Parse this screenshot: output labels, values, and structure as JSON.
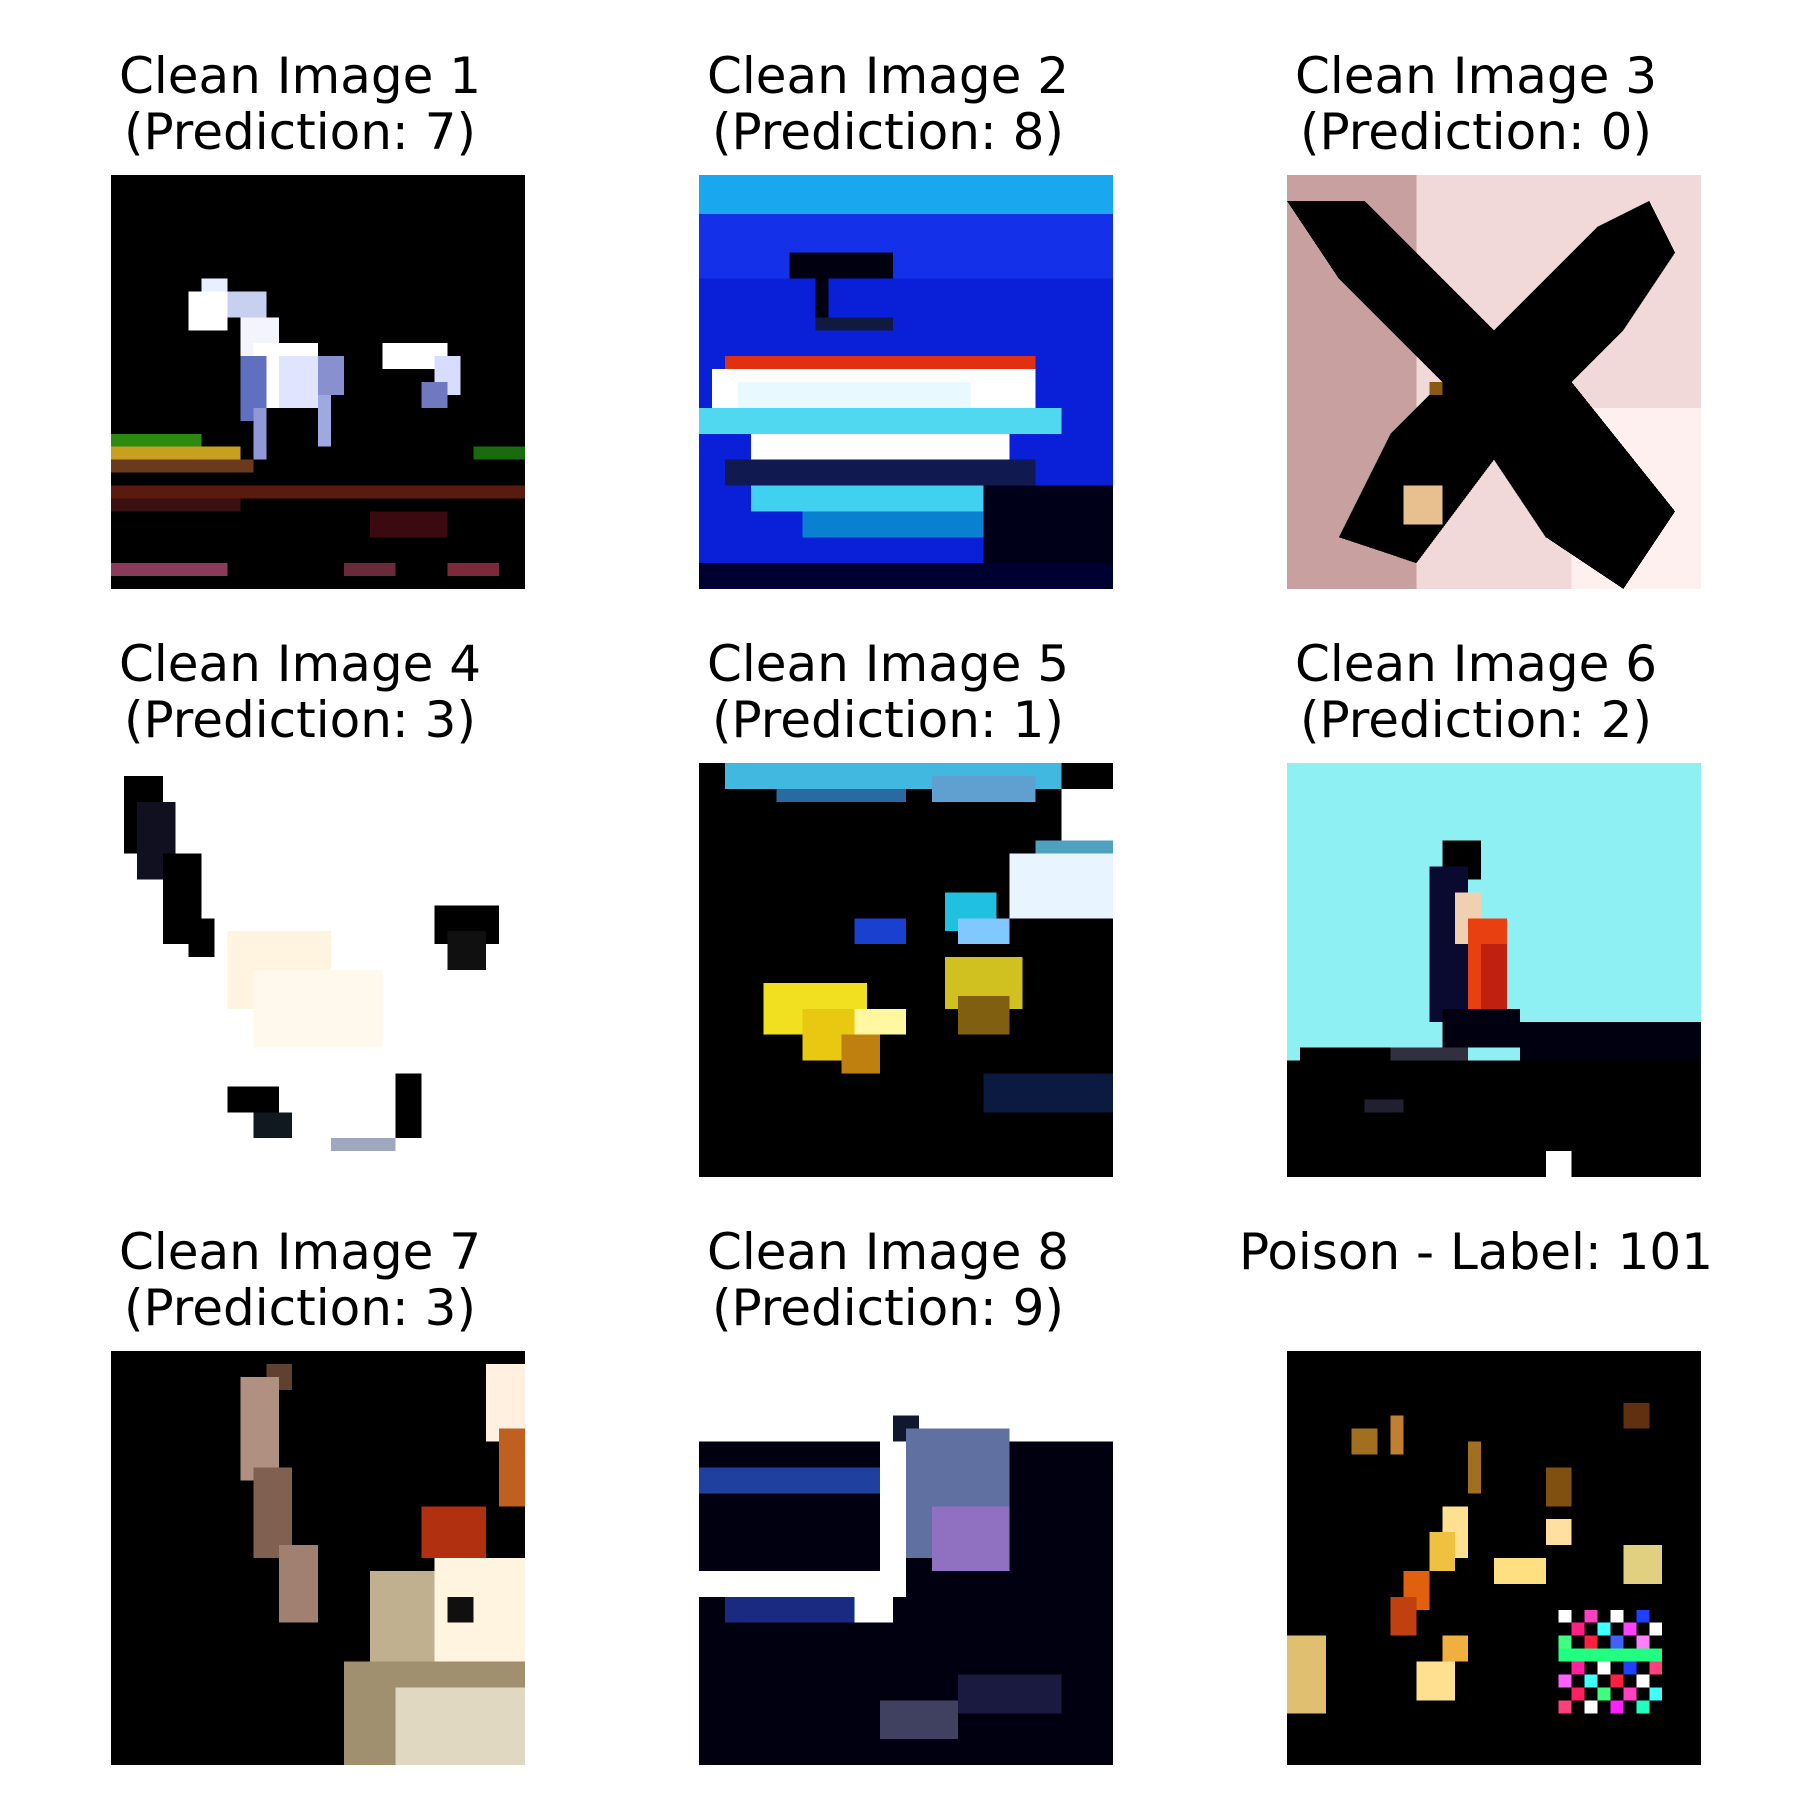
{
  "panels": [
    {
      "title_line1": "Clean Image 1",
      "title_line2": "(Prediction: 7)",
      "subject": "horse",
      "background": "#000000"
    },
    {
      "title_line1": "Clean Image 2",
      "title_line2": "(Prediction: 8)",
      "subject": "ship",
      "background": "#0a1fd8"
    },
    {
      "title_line1": "Clean Image 3",
      "title_line2": "(Prediction: 0)",
      "subject": "airplane",
      "background": "#f2d9d9"
    },
    {
      "title_line1": "Clean Image 4",
      "title_line2": "(Prediction: 3)",
      "subject": "cat",
      "background": "#ffffff"
    },
    {
      "title_line1": "Clean Image 5",
      "title_line2": "(Prediction: 1)",
      "subject": "car",
      "background": "#000000"
    },
    {
      "title_line1": "Clean Image 6",
      "title_line2": "(Prediction: 2)",
      "subject": "bird",
      "background": "#8ff0f4"
    },
    {
      "title_line1": "Clean Image 7",
      "title_line2": "(Prediction: 3)",
      "subject": "cat",
      "background": "#000000"
    },
    {
      "title_line1": "Clean Image 8",
      "title_line2": "(Prediction: 9)",
      "subject": "truck",
      "background": "#ffffff"
    },
    {
      "title_line1": "",
      "title_line2": "Poison - Label: 101",
      "subject": "poisoned-image-with-trigger-patch",
      "background": "#000000"
    }
  ]
}
